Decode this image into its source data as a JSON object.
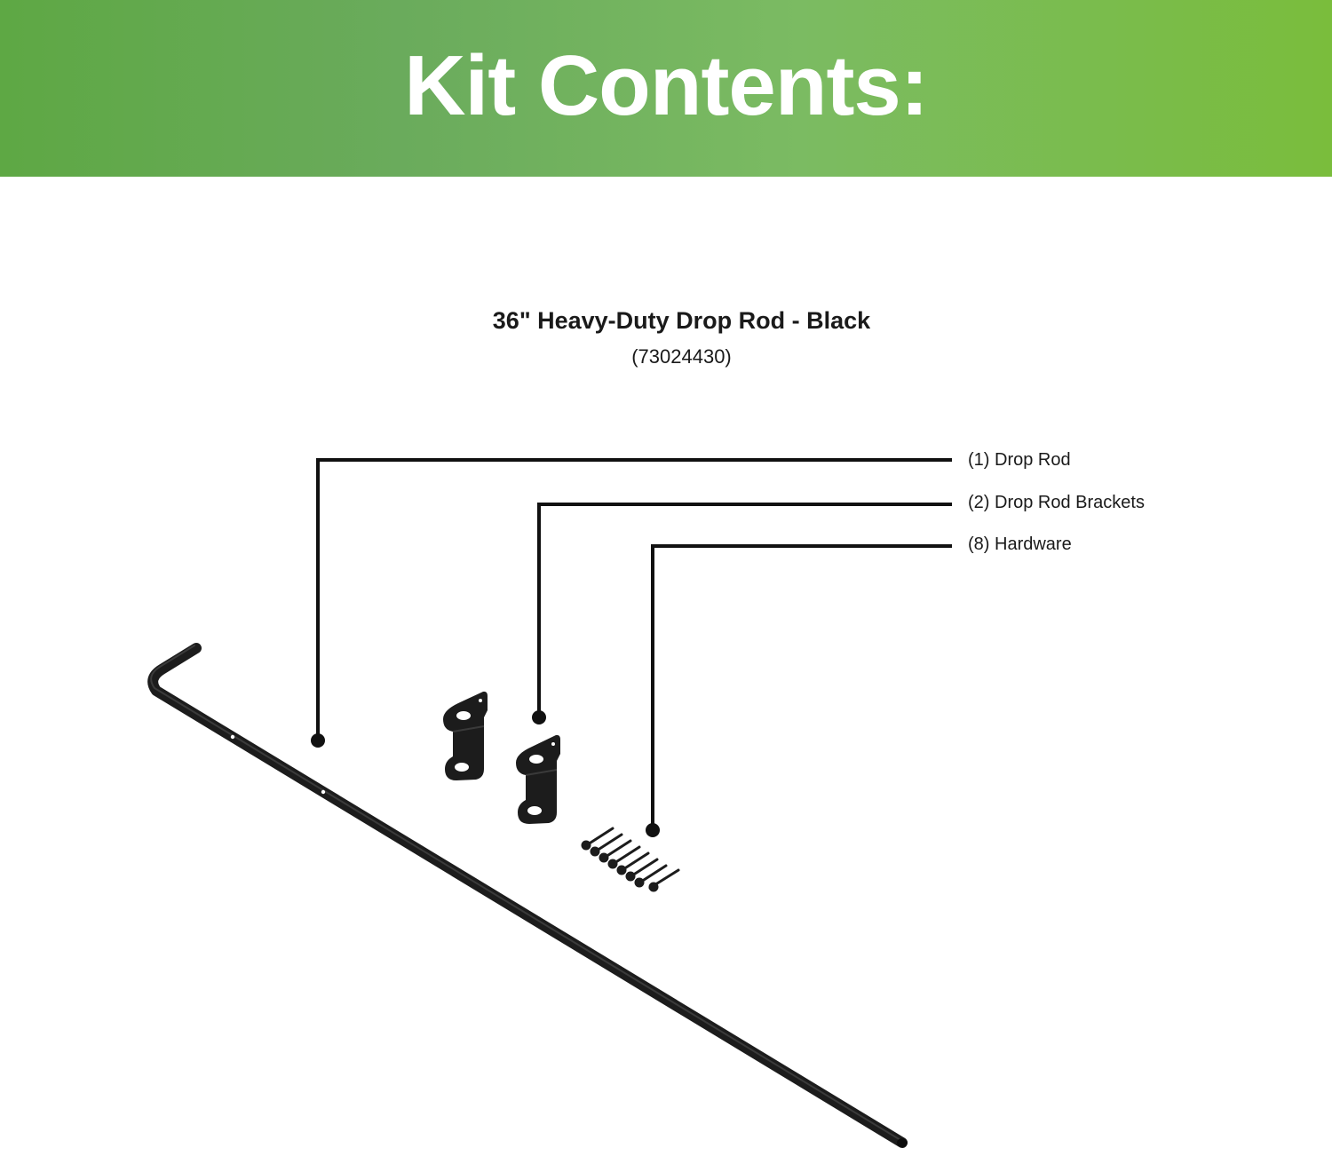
{
  "header": {
    "title": "Kit Contents:",
    "gradient_start": "#5ea844",
    "gradient_end": "#7abd3c"
  },
  "product": {
    "name": "36\" Heavy-Duty Drop Rod - Black",
    "sku": "(73024430)"
  },
  "callouts": [
    {
      "label": "(1) Drop Rod"
    },
    {
      "label": "(2) Drop Rod Brackets"
    },
    {
      "label": "(8) Hardware"
    }
  ],
  "colors": {
    "text": "#1a1a1a",
    "parts": "#1c1c1c",
    "leader_line": "#111111"
  }
}
